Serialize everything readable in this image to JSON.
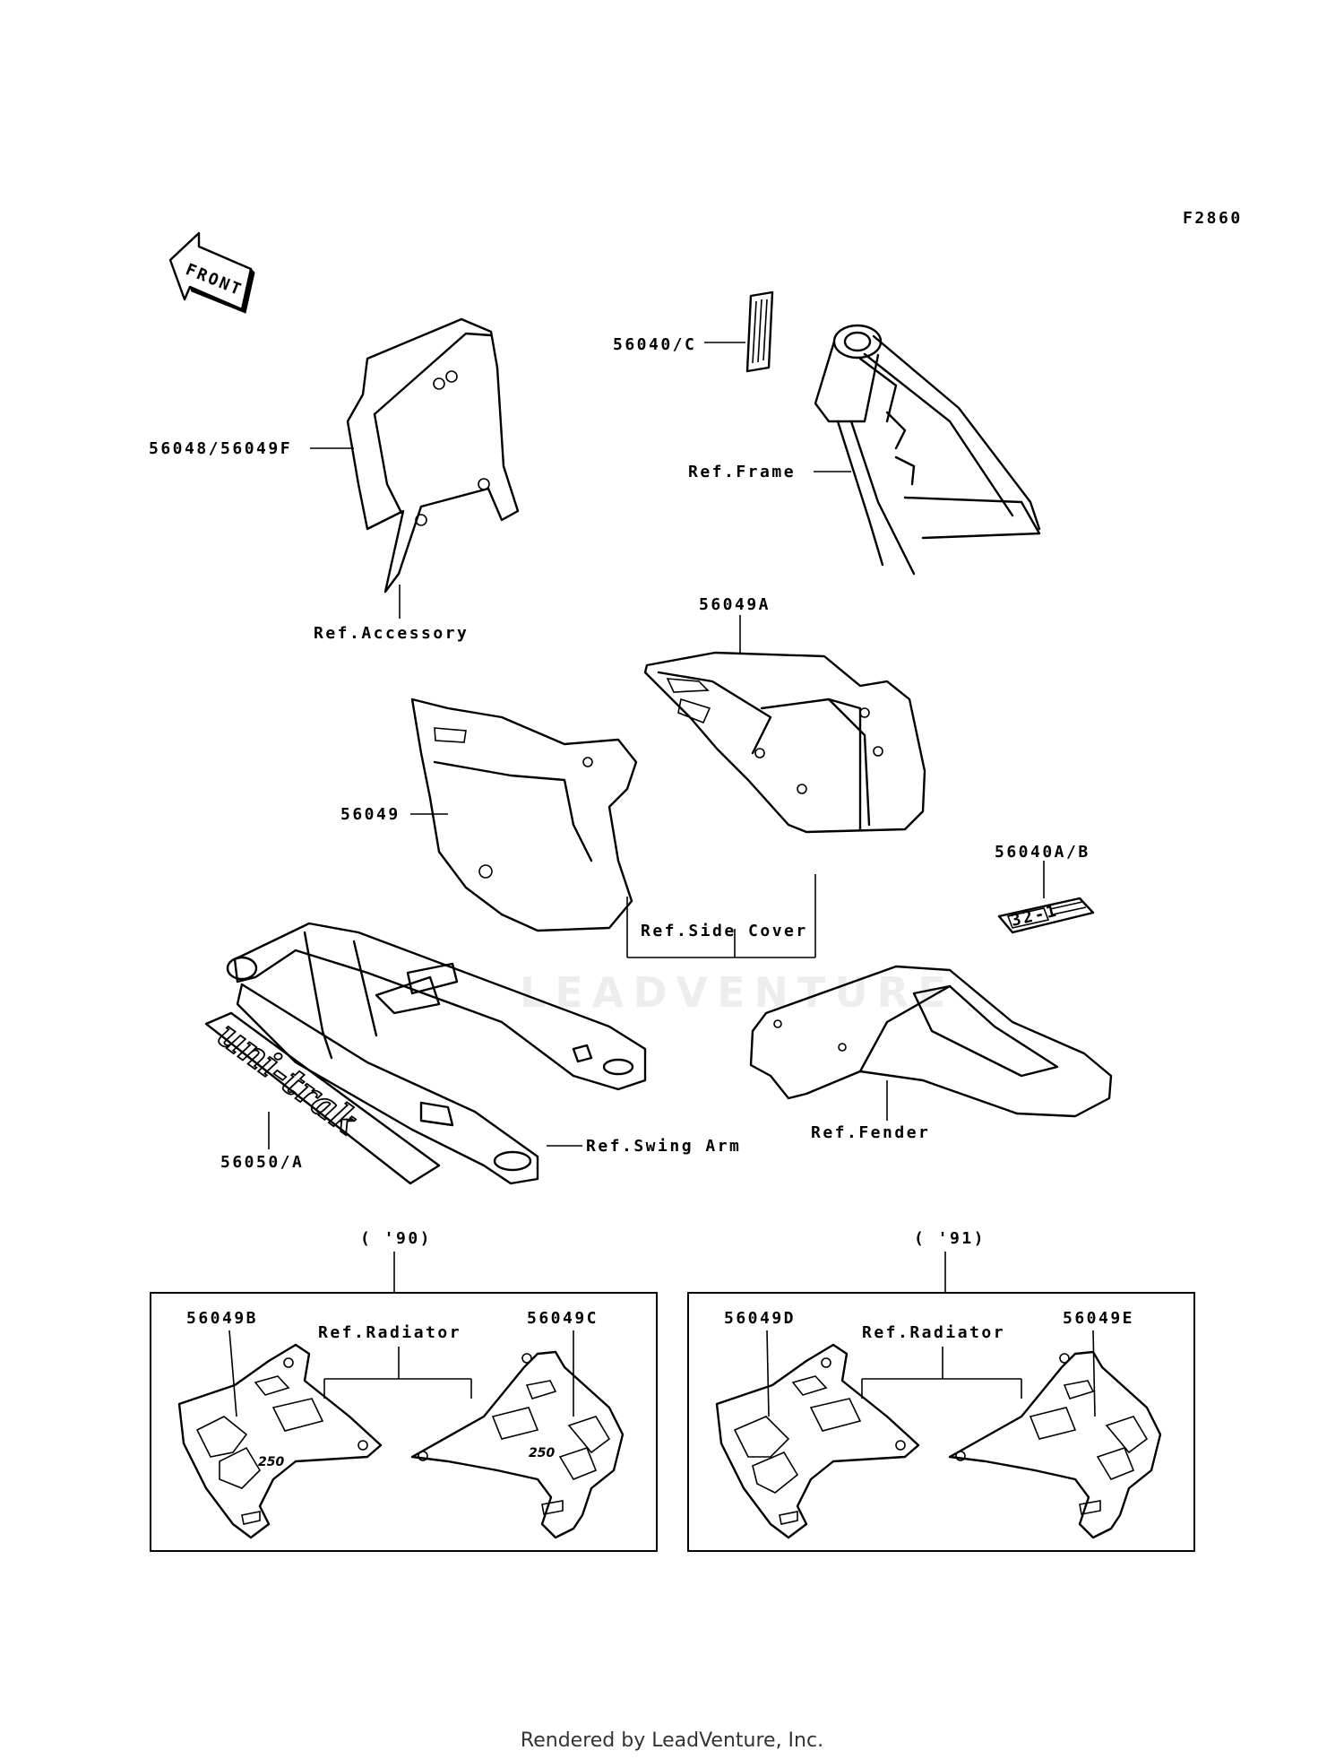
{
  "figure_code": "F2860",
  "front_arrow": {
    "text": "FRONT",
    "icon": "front-arrow-icon"
  },
  "labels": {
    "p56040C": "56040/C",
    "p56048": "56048/56049F",
    "ref_frame": "Ref.Frame",
    "ref_accessory": "Ref.Accessory",
    "p56049A": "56049A",
    "p56049": "56049",
    "p56040AB": "56040A/B",
    "ref_side_cover": "Ref.Side Cover",
    "ref_swing_arm": "Ref.Swing Arm",
    "ref_fender": "Ref.Fender",
    "p56050A": "56050/A"
  },
  "decals": {
    "uni_trak": "uni-trak",
    "plate": "32-1"
  },
  "year_boxes": [
    {
      "year": "( '90)",
      "left_part": "56049B",
      "right_part": "56049C",
      "ref": "Ref.Radiator"
    },
    {
      "year": "( '91)",
      "left_part": "56049D",
      "right_part": "56049E",
      "ref": "Ref.Radiator"
    }
  ],
  "watermark": "LEADVENTURE",
  "footer": "Rendered by LeadVenture, Inc."
}
